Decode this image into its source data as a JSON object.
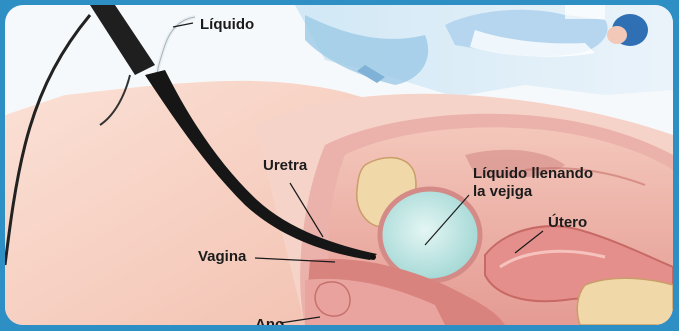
{
  "labels": {
    "liquido": "Líquido",
    "uretra": "Uretra",
    "liquido_vejiga_line1": "Líquido llenando",
    "liquido_vejiga_line2": "la vejiga",
    "utero": "Útero",
    "vagina": "Vagina",
    "ano": "Ano"
  },
  "colors": {
    "frame": "#2e8fc4",
    "tissue": "#e8a9a4",
    "bladder_fluid": "#bfe6e4",
    "bone": "#f1d8a8",
    "scope": "#1a1a1a"
  }
}
